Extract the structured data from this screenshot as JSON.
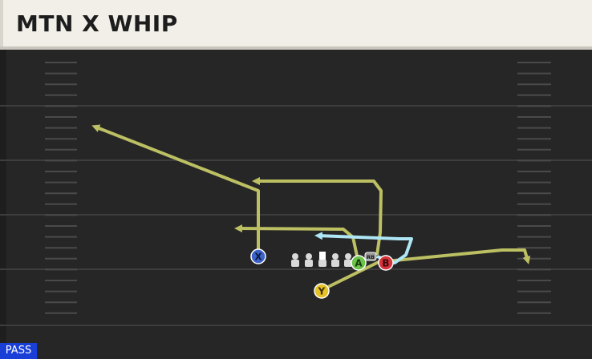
{
  "play": {
    "title": "MTN X WHIP",
    "type_badge": "PASS"
  },
  "players": [
    {
      "id": "x",
      "label": "X",
      "color": "#3b63c9"
    },
    {
      "id": "a",
      "label": "A",
      "color": "#6cc24a"
    },
    {
      "id": "b",
      "label": "B",
      "color": "#d8323a"
    },
    {
      "id": "y",
      "label": "Y",
      "color": "#e6c229"
    },
    {
      "id": "rb",
      "label": "RB",
      "color": "#9a9a9a"
    }
  ],
  "colors": {
    "route": "#bcc063",
    "rb_route": "#aee6f5",
    "yard_line": "#3d3d3d",
    "hash": "#4a4a4a",
    "lineman": "#d9d9d9"
  }
}
